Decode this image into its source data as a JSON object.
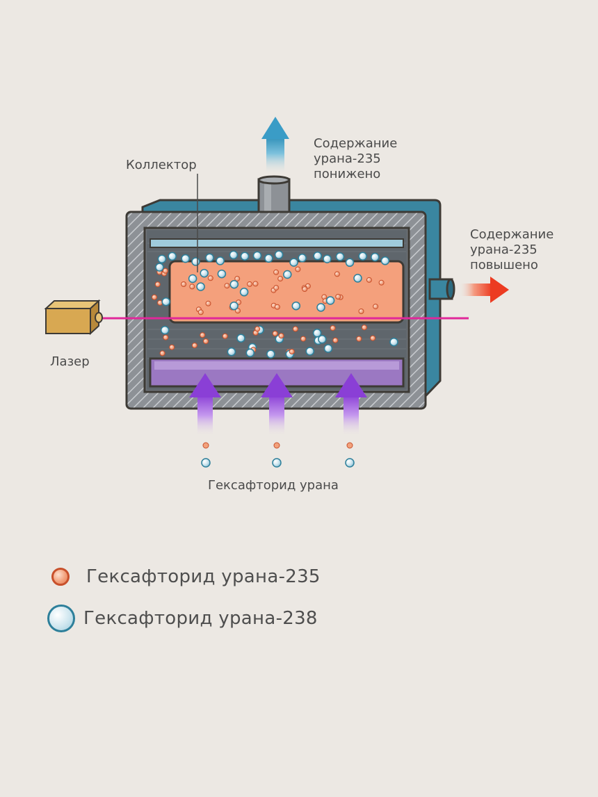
{
  "labels": {
    "collector": "Коллектор",
    "depleted": [
      "Содержание",
      "урана-235",
      "понижено"
    ],
    "enriched": [
      "Содержание",
      "урана-235",
      "повышено"
    ],
    "laser": "Лазер",
    "feed": "Гексафторид урана"
  },
  "legend": [
    {
      "label": "Гексафторид урана-235",
      "icon": "orange-particle-icon",
      "color": "#f2a17c"
    },
    {
      "label": "Гексафторид урана-238",
      "icon": "blue-particle-icon",
      "color": "#bfe0ec"
    }
  ],
  "colors": {
    "background": "#ece8e3",
    "housing": "#3a86a0",
    "chamber_wall": "#8a8e93",
    "enrichment_zone": "#f4a07c",
    "inlet_plate": "#a07bc0",
    "laser_beam": "#e0289a",
    "flow_arrow": "#9a4fd6",
    "outlet_arrow_up": "#3f9fc4",
    "outlet_arrow_right": "#ef4a2c"
  }
}
